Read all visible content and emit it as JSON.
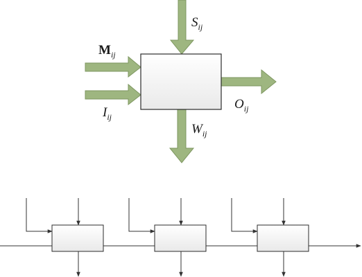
{
  "top_diagram": {
    "labels": {
      "S": {
        "main": "S",
        "sub": "ij"
      },
      "M": {
        "main": "M",
        "sub": "ij"
      },
      "I": {
        "main": "I",
        "sub": "ij"
      },
      "O": {
        "main": "O",
        "sub": "ij"
      },
      "W": {
        "main": "W",
        "sub": "ij"
      }
    }
  },
  "bottom_diagram": {
    "block_count": 3
  },
  "colors": {
    "arrow_fill": "#9eb680",
    "arrow_stroke": "#7e9760",
    "box_stroke": "#2b2b2b",
    "box_gradient_top": "#ffffff",
    "box_gradient_bottom": "#e9e9e9",
    "line": "#333333"
  }
}
